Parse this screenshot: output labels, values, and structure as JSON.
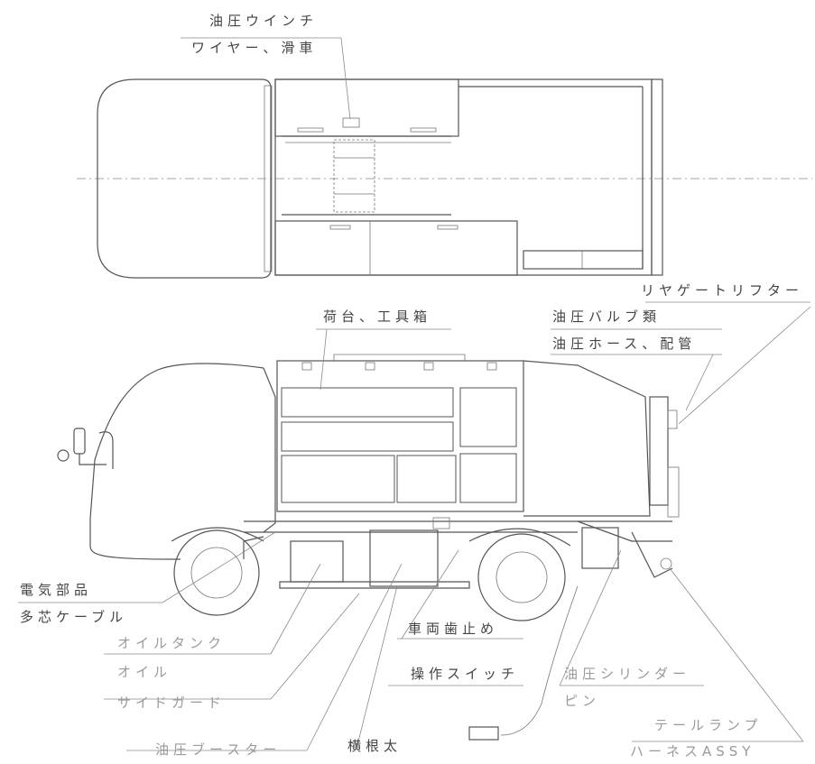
{
  "labels": {
    "winch": "油圧ウインチ",
    "wire": "ワイヤー、滑車",
    "rear_lifter": "リヤゲートリフター",
    "bed_toolbox": "荷台、工具箱",
    "valves": "油圧バルブ類",
    "hoses": "油圧ホース、配管",
    "electrical": "電気部品",
    "cable": "多芯ケーブル",
    "oil_tank": "オイルタンク",
    "oil": "オイル",
    "side_guard": "サイドガード",
    "wheel_chock": "車両歯止め",
    "switch": "操作スイッチ",
    "cylinder": "油圧シリンダー",
    "pin": "ピン",
    "tail_lamp": "テールランプ",
    "assy": "ハーネスASSY",
    "booster": "油圧ブースター",
    "sill": "横根太"
  }
}
